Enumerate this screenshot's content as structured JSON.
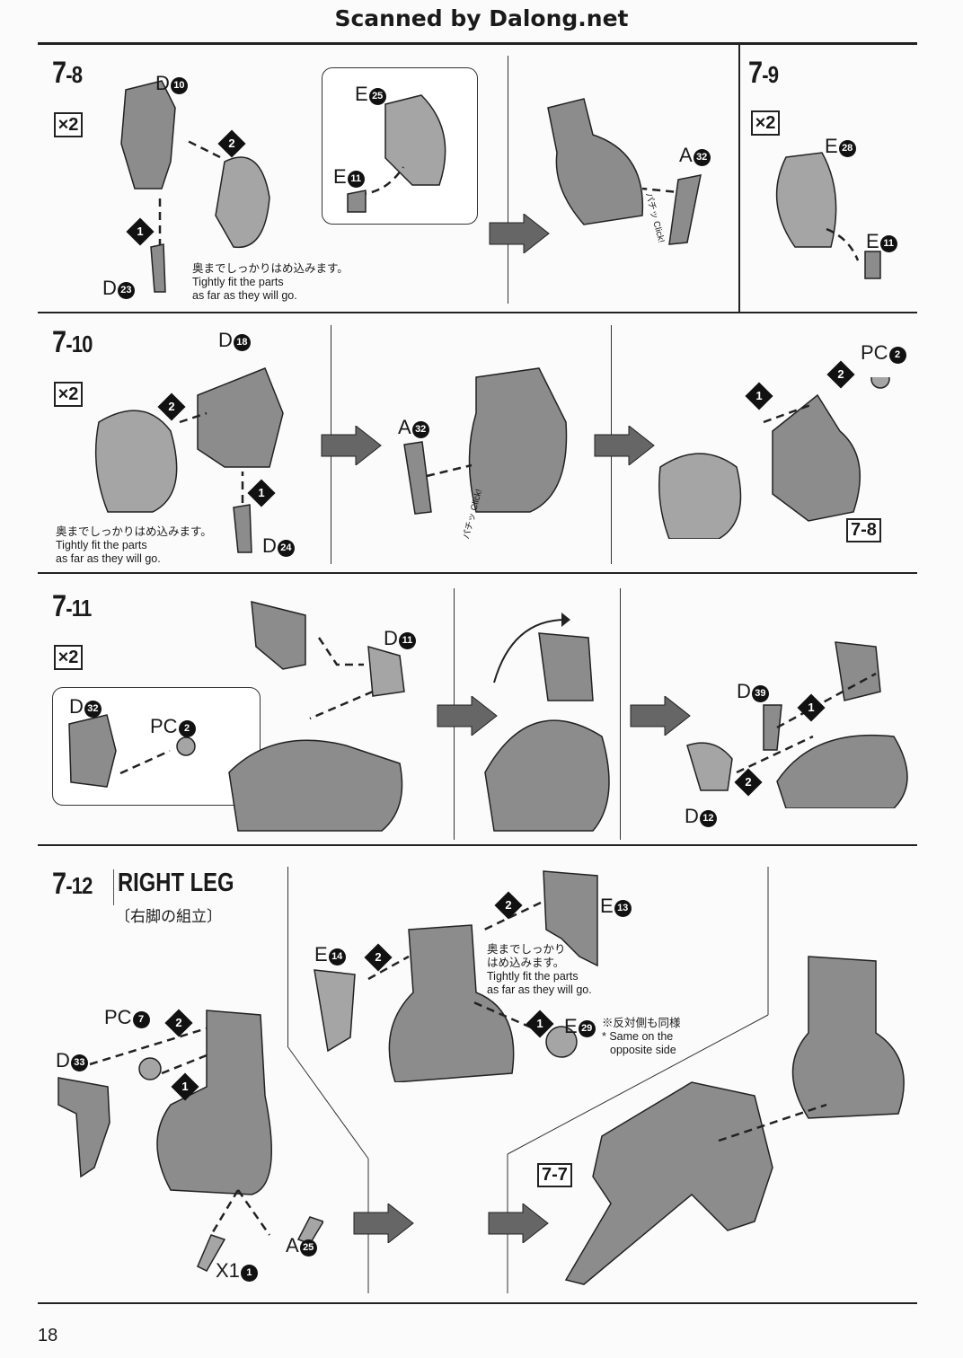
{
  "header": {
    "watermark": "Scanned by Dalong.net"
  },
  "page_number": "18",
  "note": {
    "jp": "奥までしっかりはめ込みます。",
    "en1": "Tightly fit the parts",
    "en2": "as far as they will go.",
    "jp_a": "奥までしっかり",
    "jp_b": "はめ込みます。"
  },
  "click": {
    "jp": "パチッ",
    "en": "Click!"
  },
  "same_side": {
    "jp": "※反対側も同様",
    "en1": "* Same on the",
    "en2": "opposite side"
  },
  "steps": {
    "s78": {
      "num": "7",
      "sub": "-8",
      "qty": "×2",
      "ref": "7-8"
    },
    "s79": {
      "num": "7",
      "sub": "-9",
      "qty": "×2"
    },
    "s710": {
      "num": "7",
      "sub": "-10",
      "qty": "×2"
    },
    "s711": {
      "num": "7",
      "sub": "-11",
      "qty": "×2"
    },
    "s712": {
      "num": "7",
      "sub": "-12",
      "title": "RIGHT LEG",
      "subtitle": "〔右脚の組立〕",
      "ref": "7-7"
    }
  },
  "order": {
    "one": "1",
    "two": "2"
  },
  "parts": {
    "D10": {
      "l": "D",
      "n": "10"
    },
    "D23": {
      "l": "D",
      "n": "23"
    },
    "E25": {
      "l": "E",
      "n": "25"
    },
    "E11": {
      "l": "E",
      "n": "11"
    },
    "A32": {
      "l": "A",
      "n": "32"
    },
    "E28": {
      "l": "E",
      "n": "28"
    },
    "D18": {
      "l": "D",
      "n": "18"
    },
    "D24": {
      "l": "D",
      "n": "24"
    },
    "PC2": {
      "l": "PC",
      "n": "2"
    },
    "D11": {
      "l": "D",
      "n": "11"
    },
    "D32": {
      "l": "D",
      "n": "32"
    },
    "D39": {
      "l": "D",
      "n": "39"
    },
    "D12": {
      "l": "D",
      "n": "12"
    },
    "E13": {
      "l": "E",
      "n": "13"
    },
    "E14": {
      "l": "E",
      "n": "14"
    },
    "E29": {
      "l": "E",
      "n": "29"
    },
    "PC7": {
      "l": "PC",
      "n": "7"
    },
    "D33": {
      "l": "D",
      "n": "33"
    },
    "A25": {
      "l": "A",
      "n": "25"
    },
    "X11": {
      "l": "X1",
      "n": "1"
    }
  }
}
